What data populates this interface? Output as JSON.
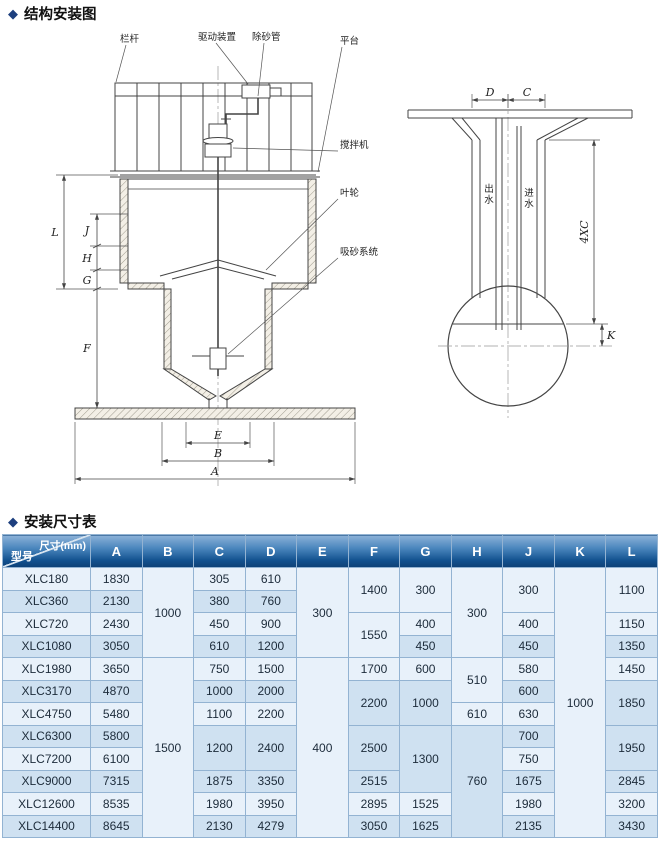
{
  "page": {
    "bullet": "◆",
    "section1_title": "结构安装图",
    "section2_title": "安装尺寸表"
  },
  "drawing": {
    "labels": {
      "railing": "栏杆",
      "drive": "驱动装置",
      "desand_pipe": "除砂管",
      "platform": "平台",
      "mixer": "搅拌机",
      "impeller": "叶轮",
      "suction": "吸砂系统",
      "water_out": "出水",
      "water_in": "进水"
    },
    "dims": {
      "L": "L",
      "J": "J",
      "H": "H",
      "G": "G",
      "F": "F",
      "E": "E",
      "B": "B",
      "A": "A",
      "D": "D",
      "C": "C",
      "K": "K",
      "fourxc": "4XC"
    }
  },
  "table": {
    "corner_top": "尺寸(mm)",
    "corner_bottom": "型号",
    "columns": [
      "A",
      "B",
      "C",
      "D",
      "E",
      "F",
      "G",
      "H",
      "J",
      "K",
      "L"
    ],
    "rows": [
      {
        "model": "XLC180",
        "cells": [
          [
            "1830",
            1
          ],
          [
            "1000",
            4
          ],
          [
            "305",
            1
          ],
          [
            "610",
            1
          ],
          [
            "300",
            4
          ],
          [
            "1400",
            2
          ],
          [
            "300",
            2
          ],
          [
            "300",
            4
          ],
          [
            "300",
            2
          ],
          [
            "1000",
            12
          ],
          [
            "1100",
            2
          ]
        ]
      },
      {
        "model": "XLC360",
        "cells": [
          [
            "2130",
            1
          ],
          [
            "380",
            1
          ],
          [
            "760",
            1
          ]
        ]
      },
      {
        "model": "XLC720",
        "cells": [
          [
            "2430",
            1
          ],
          [
            "450",
            1
          ],
          [
            "900",
            1
          ],
          [
            "1550",
            2
          ],
          [
            "400",
            1
          ],
          [
            "400",
            1
          ],
          [
            "1150",
            1
          ]
        ]
      },
      {
        "model": "XLC1080",
        "cells": [
          [
            "3050",
            1
          ],
          [
            "610",
            1
          ],
          [
            "1200",
            1
          ],
          [
            "450",
            1
          ],
          [
            "450",
            1
          ],
          [
            "1350",
            1
          ]
        ]
      },
      {
        "model": "XLC1980",
        "cells": [
          [
            "3650",
            1
          ],
          [
            "1500",
            8
          ],
          [
            "750",
            1
          ],
          [
            "1500",
            1
          ],
          [
            "400",
            8
          ],
          [
            "1700",
            1
          ],
          [
            "600",
            1
          ],
          [
            "510",
            2
          ],
          [
            "580",
            1
          ],
          [
            "1450",
            1
          ]
        ]
      },
      {
        "model": "XLC3170",
        "cells": [
          [
            "4870",
            1
          ],
          [
            "1000",
            1
          ],
          [
            "2000",
            1
          ],
          [
            "2200",
            2
          ],
          [
            "1000",
            2
          ],
          [
            "600",
            1
          ],
          [
            "1850",
            2
          ]
        ]
      },
      {
        "model": "XLC4750",
        "cells": [
          [
            "5480",
            1
          ],
          [
            "1100",
            1
          ],
          [
            "2200",
            1
          ],
          [
            "610",
            1
          ],
          [
            "630",
            1
          ]
        ]
      },
      {
        "model": "XLC6300",
        "cells": [
          [
            "5800",
            1
          ],
          [
            "1200",
            2
          ],
          [
            "2400",
            2
          ],
          [
            "2500",
            2
          ],
          [
            "1300",
            3
          ],
          [
            "760",
            5
          ],
          [
            "700",
            1
          ],
          [
            "1950",
            2
          ]
        ]
      },
      {
        "model": "XLC7200",
        "cells": [
          [
            "6100",
            1
          ],
          [
            "750",
            1
          ]
        ]
      },
      {
        "model": "XLC9000",
        "cells": [
          [
            "7315",
            1
          ],
          [
            "1875",
            1
          ],
          [
            "3350",
            1
          ],
          [
            "2515",
            1
          ],
          [
            "1675",
            1
          ],
          [
            "2845",
            1
          ]
        ]
      },
      {
        "model": "XLC12600",
        "cells": [
          [
            "8535",
            1
          ],
          [
            "1980",
            1
          ],
          [
            "3950",
            1
          ],
          [
            "2895",
            1
          ],
          [
            "1525",
            1
          ],
          [
            "1980",
            1
          ],
          [
            "3200",
            1
          ]
        ]
      },
      {
        "model": "XLC14400",
        "cells": [
          [
            "8645",
            1
          ],
          [
            "2130",
            1
          ],
          [
            "4279",
            1
          ],
          [
            "3050",
            1
          ],
          [
            "1625",
            1
          ],
          [
            "2135",
            1
          ],
          [
            "3430",
            1
          ]
        ]
      }
    ]
  }
}
